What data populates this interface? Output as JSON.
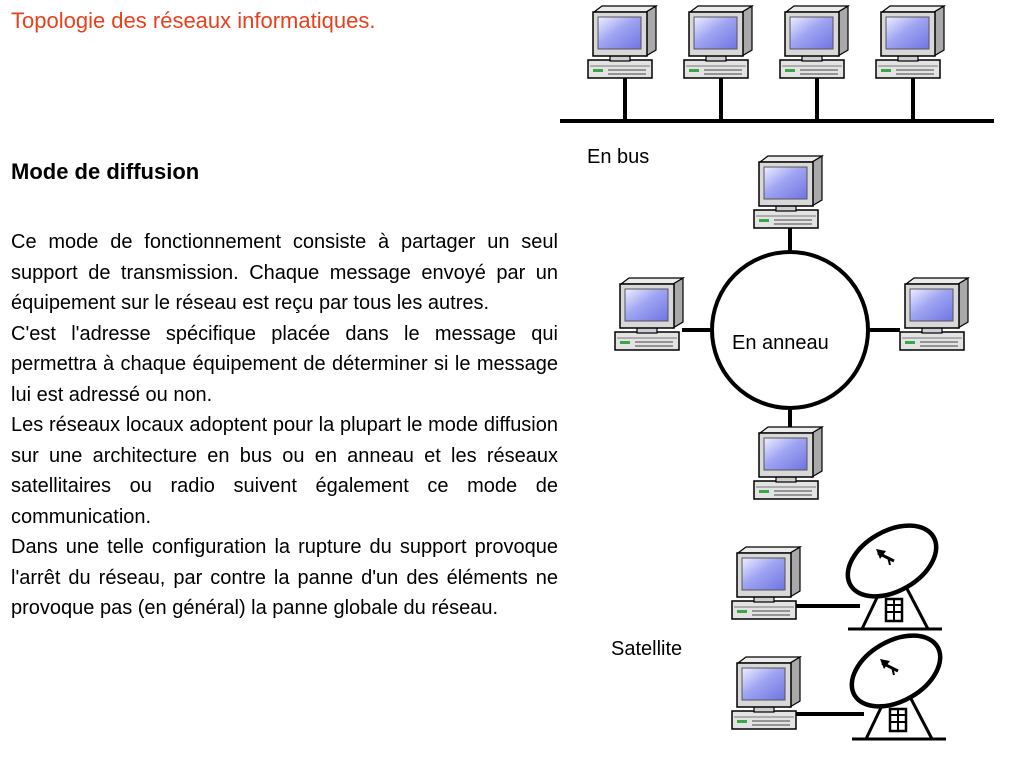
{
  "title": "Topologie des réseaux informatiques.",
  "section_heading": "Mode de diffusion",
  "paragraphs": [
    "Ce mode de fonctionnement consiste à partager un seul support de transmission. Chaque message  envoyé par un équipement sur le réseau est reçu par tous les autres.",
    "C'est l'adresse spécifique placée dans le message qui permettra à chaque équipement de déterminer si le message lui est adressé ou non.",
    "Les réseaux locaux adoptent pour la plupart le mode diffusion sur une architecture en bus ou en anneau et les réseaux satellitaires ou radio suivent également ce mode de communication.",
    "Dans une telle configuration la rupture du support provoque l'arrêt du réseau, par contre la panne d'un des éléments ne provoque pas (en général) la panne globale du réseau."
  ],
  "diagram": {
    "bus_label": "En bus",
    "ring_label": "En anneau",
    "satellite_label": "Satellite",
    "icons": {
      "computer": "computer-icon",
      "dish": "satellite-dish-icon"
    },
    "colors": {
      "title": "#e8401c",
      "screen": "#8a8fee",
      "case": "#d6d6d6",
      "outline": "#000000"
    }
  }
}
